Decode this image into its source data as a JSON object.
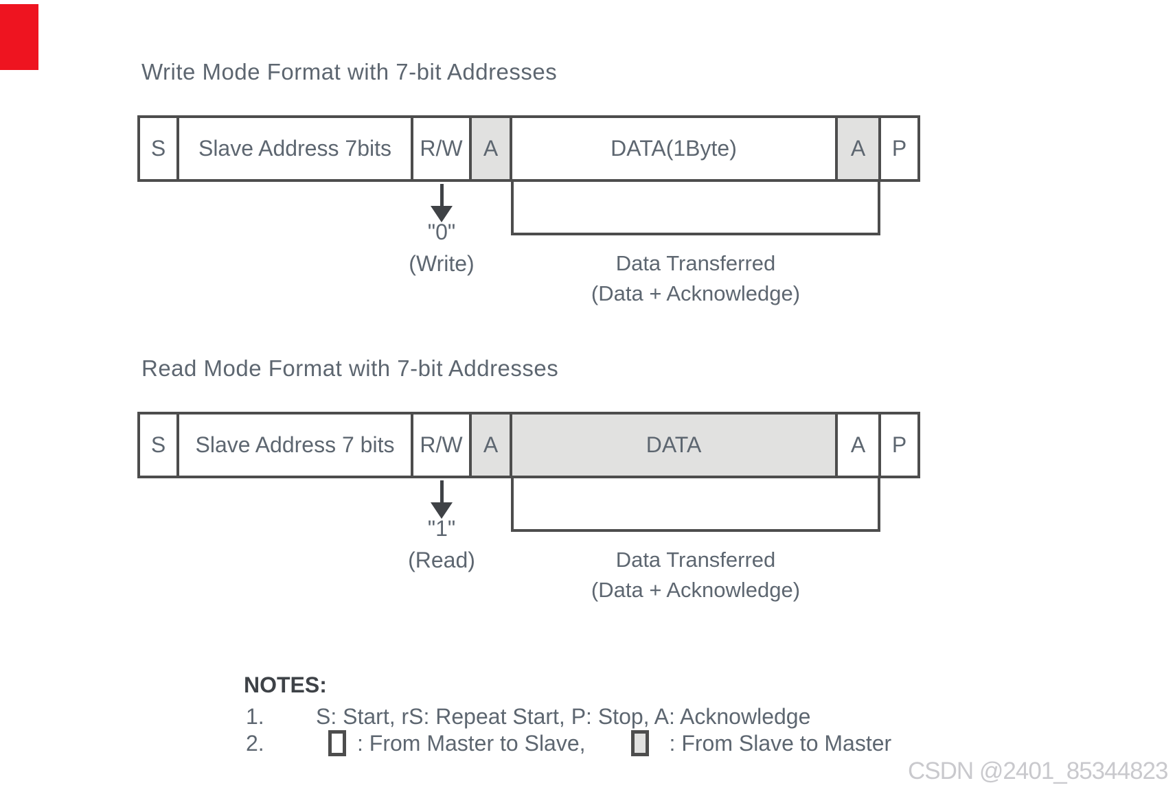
{
  "write": {
    "title": "Write Mode Format with 7-bit Addresses",
    "cells": {
      "start": "S",
      "address": "Slave Address 7bits",
      "rw": "R/W",
      "ack1": "A",
      "data": "DATA(1Byte)",
      "ack2": "A",
      "stop": "P"
    },
    "rw_value": "\"0\"",
    "rw_mode": "(Write)",
    "transfer_line1": "Data Transferred",
    "transfer_line2": "(Data + Acknowledge)"
  },
  "read": {
    "title": "Read Mode Format with 7-bit Addresses",
    "cells": {
      "start": "S",
      "address": "Slave Address 7 bits",
      "rw": "R/W",
      "ack1": "A",
      "data": "DATA",
      "ack2": "A",
      "stop": "P"
    },
    "rw_value": "\"1\"",
    "rw_mode": "(Read)",
    "transfer_line1": "Data Transferred",
    "transfer_line2": "(Data + Acknowledge)"
  },
  "notes": {
    "heading": "NOTES:",
    "note1_num": "1.",
    "note1_text": "S: Start, rS: Repeat Start, P: Stop, A: Acknowledge",
    "note2_num": "2.",
    "note2_master_to_slave": ": From Master to Slave,",
    "note2_slave_to_master": ": From Slave to Master"
  },
  "watermark": "CSDN @2401_85344823",
  "colors": {
    "border": "#4d4d4d",
    "shade": "#e1e1e0",
    "text": "#5d6670",
    "heading": "#3e4247",
    "watermark": "#c9c9cd",
    "marker_red": "#ee1420",
    "arrow": "#3f4246"
  }
}
